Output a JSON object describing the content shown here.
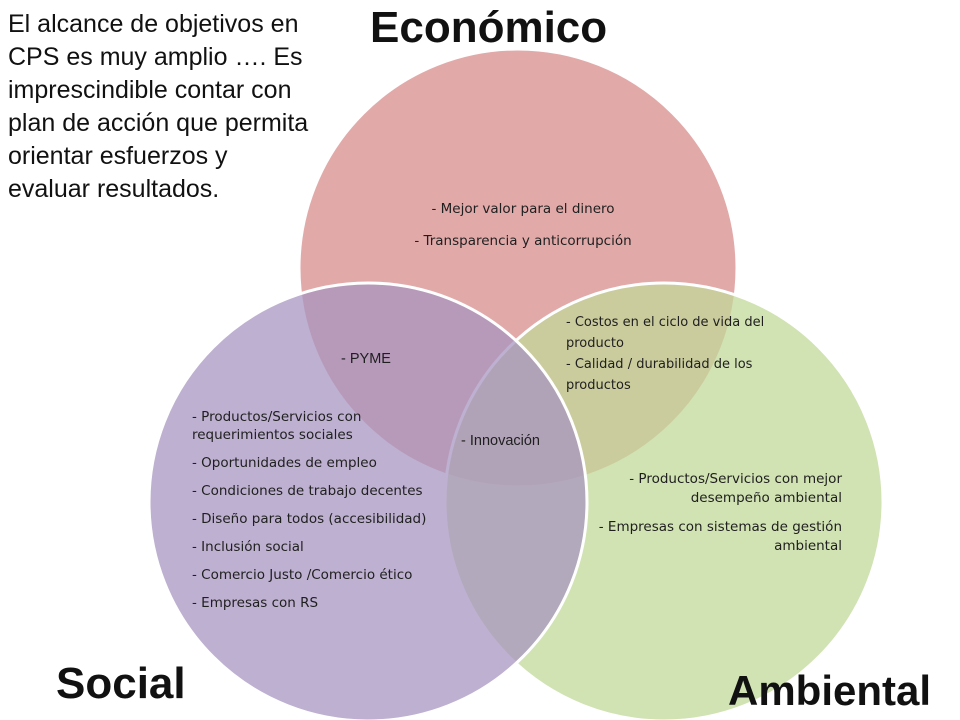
{
  "intro_text": "El alcance de objetivos en CPS es muy amplio …. Es imprescindible contar con plan de acción que permita orientar esfuerzos y evaluar resultados.",
  "titles": {
    "economico": "Económico",
    "social": "Social",
    "ambiental": "Ambiental"
  },
  "economico_items": [
    "- Mejor valor para el dinero",
    "- Transparencia  y anticorrupción"
  ],
  "economico_ambiental_items": [
    "- Costos en el ciclo de vida del producto",
    "-  Calidad / durabilidad de los productos"
  ],
  "social_items": [
    "- Productos/Servicios con requerimientos sociales",
    "- Oportunidades de empleo",
    "- Condiciones de trabajo decentes",
    "- Diseño para todos (accesibilidad)",
    "- Inclusión social",
    "- Comercio Justo /Comercio ético",
    "- Empresas con RS"
  ],
  "ambiental_items": [
    "- Productos/Servicios con mejor desempeño ambiental",
    "- Empresas con sistemas de gestión ambiental"
  ],
  "economico_social_label": "- PYME",
  "center_label": "- Innovación",
  "colors": {
    "economico": "#d88c8c",
    "social": "#a896c0",
    "ambiental": "#c2d89a",
    "outline": "#ffffff"
  }
}
